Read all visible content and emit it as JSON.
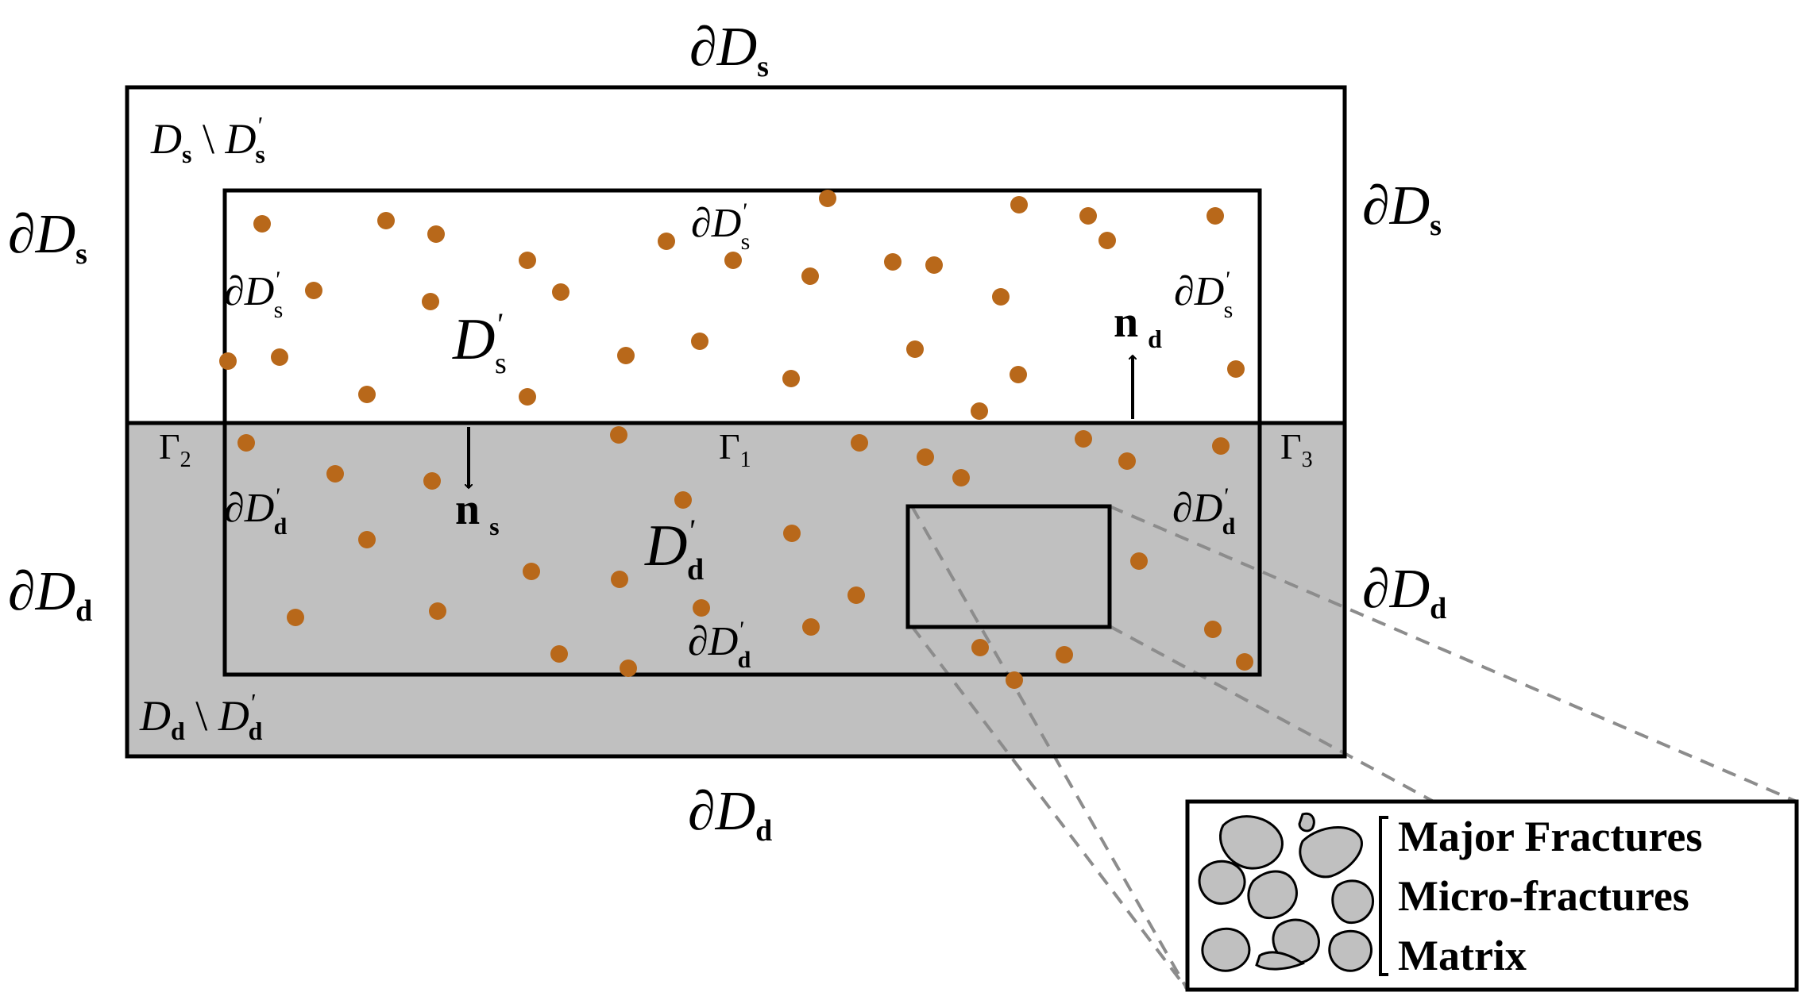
{
  "colors": {
    "subsurface_fill": "#c0c0c0",
    "particle": "#b8681a",
    "grain_fill": "#c0c0c0",
    "zoom_line": "#8c8c8c",
    "outline": "#000000"
  },
  "labels": {
    "boundary_s_top": {
      "main": "∂D",
      "sub": "s"
    },
    "boundary_s_left": {
      "main": "∂D",
      "sub": "s"
    },
    "boundary_s_right": {
      "main": "∂D",
      "sub": "s"
    },
    "boundary_d_left": {
      "main": "∂D",
      "sub": "d"
    },
    "boundary_d_right": {
      "main": "∂D",
      "sub": "d"
    },
    "boundary_d_bottom": {
      "main": "∂D",
      "sub": "d"
    },
    "region_s_minus": {
      "main": "D",
      "sub": "s",
      "sep": " \\ ",
      "main2": "D",
      "sub2": "s",
      "prime": "'"
    },
    "region_d_minus": {
      "main": "D",
      "sub": "d",
      "sep": " \\ ",
      "main2": "D",
      "sub2": "d",
      "prime": "'"
    },
    "inner_s_top": {
      "main": "∂D",
      "sub": "s",
      "prime": "'"
    },
    "inner_s_left": {
      "main": "∂D",
      "sub": "s",
      "prime": "'"
    },
    "inner_s_right": {
      "main": "∂D",
      "sub": "s",
      "prime": "'"
    },
    "inner_d_left": {
      "main": "∂D",
      "sub": "d",
      "prime": "'"
    },
    "inner_d_right": {
      "main": "∂D",
      "sub": "d",
      "prime": "'"
    },
    "inner_d_bottom": {
      "main": "∂D",
      "sub": "d",
      "prime": "'"
    },
    "domain_s": {
      "main": "D",
      "sub": "s",
      "prime": "'"
    },
    "domain_d": {
      "main": "D",
      "sub": "d",
      "prime": "'"
    },
    "gamma_1": {
      "main": "Γ",
      "sub": "1"
    },
    "gamma_2": {
      "main": "Γ",
      "sub": "2"
    },
    "gamma_3": {
      "main": "Γ",
      "sub": "3"
    },
    "normal_d": {
      "main": "n",
      "sub": "d"
    },
    "normal_s": {
      "main": "n",
      "sub": "s"
    }
  },
  "legend": {
    "items": [
      "Major Fractures",
      "Micro-fractures",
      "Matrix"
    ]
  }
}
